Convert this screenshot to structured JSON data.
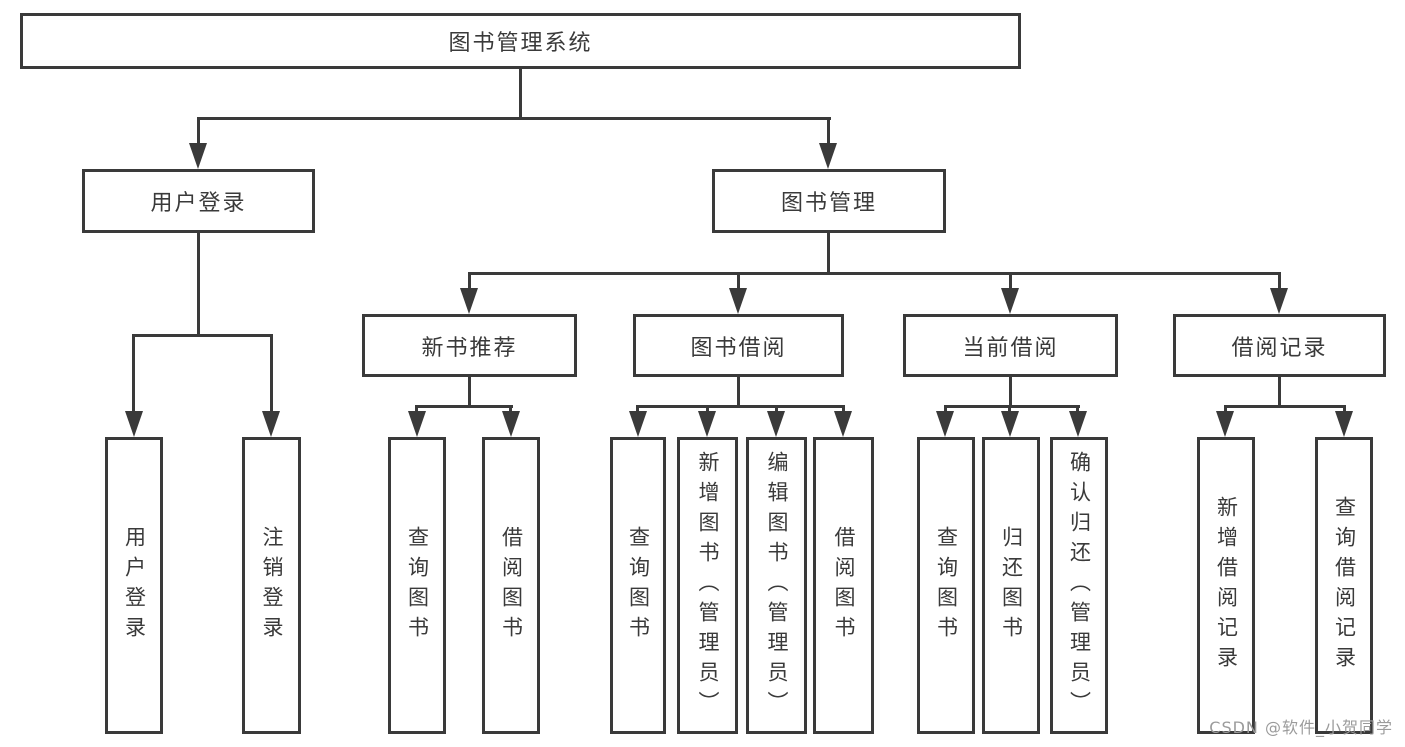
{
  "colors": {
    "line": "#3a3a3a",
    "text": "#3a3a3a",
    "watermark": "#9b9b9b",
    "bg": "#ffffff"
  },
  "tree": {
    "root": {
      "label": "图书管理系统",
      "children": [
        {
          "label": "用户登录",
          "children": [
            {
              "label": "用户登录"
            },
            {
              "label": "注销登录"
            }
          ]
        },
        {
          "label": "图书管理",
          "children": [
            {
              "label": "新书推荐",
              "children": [
                {
                  "label": "查询图书"
                },
                {
                  "label": "借阅图书"
                }
              ]
            },
            {
              "label": "图书借阅",
              "children": [
                {
                  "label": "查询图书"
                },
                {
                  "label": "新增图书（管理员）"
                },
                {
                  "label": "编辑图书（管理员）"
                },
                {
                  "label": "借阅图书"
                }
              ]
            },
            {
              "label": "当前借阅",
              "children": [
                {
                  "label": "查询图书"
                },
                {
                  "label": "归还图书"
                },
                {
                  "label": "确认归还（管理员）"
                }
              ]
            },
            {
              "label": "借阅记录",
              "children": [
                {
                  "label": "新增借阅记录"
                },
                {
                  "label": "查询借阅记录"
                }
              ]
            }
          ]
        }
      ]
    }
  },
  "watermark": {
    "text": "CSDN @软件_小贺同学"
  }
}
